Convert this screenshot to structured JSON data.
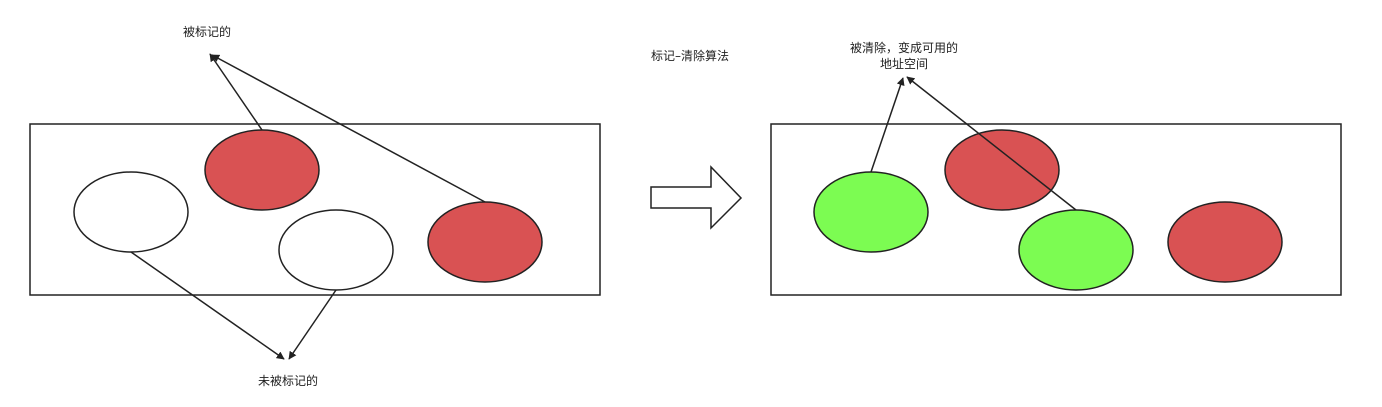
{
  "diagram": {
    "title": "标记–清除算法",
    "before": {
      "marked_label": "被标记的",
      "unmarked_label": "未被标记的"
    },
    "after": {
      "freed_label_line1": "被清除，变成可用的",
      "freed_label_line2": "地址空间"
    }
  },
  "colors": {
    "marked": "#d95253",
    "unmarked": "#ffffff",
    "freed": "#7cfc52",
    "stroke": "#222222",
    "text": "#222222"
  }
}
